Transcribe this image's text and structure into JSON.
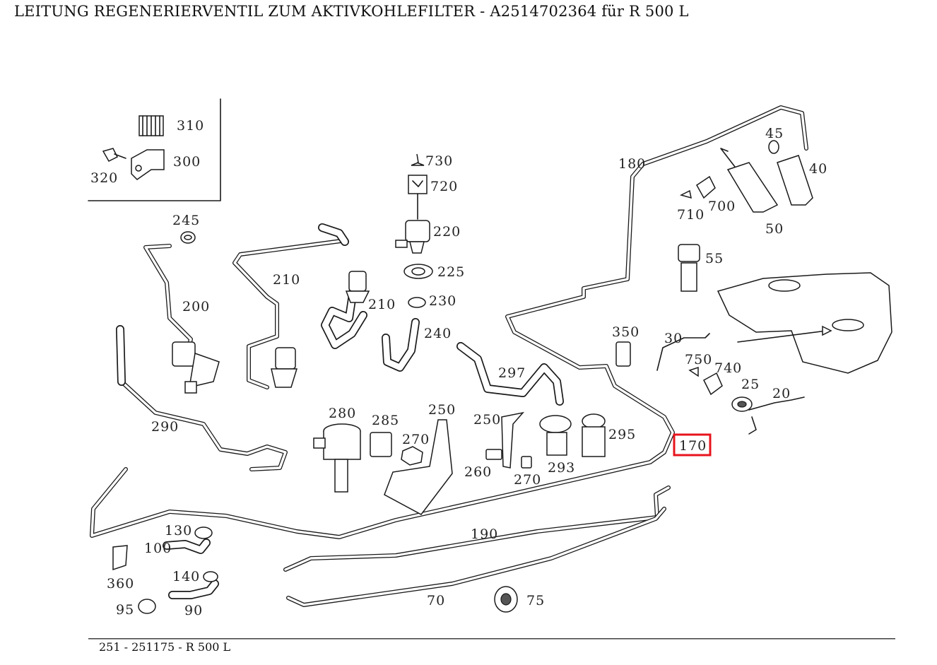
{
  "title": "LEITUNG REGENERIERVENTIL ZUM AKTIVKOHLEFILTER - A2514702364 für R 500 L",
  "footer": "251 - 251175 - R 500 L",
  "highlight_color": "#e8141c",
  "highlighted_part": "170",
  "callouts": {
    "c310": "310",
    "c300": "300",
    "c320": "320",
    "c730": "730",
    "c720": "720",
    "c220": "220",
    "c225": "225",
    "c230": "230",
    "c210a": "210",
    "c210b": "210",
    "c245": "245",
    "c200": "200",
    "c240": "240",
    "c297": "297",
    "c180": "180",
    "c45": "45",
    "c40": "40",
    "c710": "710",
    "c700": "700",
    "c50": "50",
    "c55": "55",
    "c350": "350",
    "c30": "30",
    "c750": "750",
    "c740": "740",
    "c25": "25",
    "c20": "20",
    "c170": "170",
    "c290": "290",
    "c280": "280",
    "c285": "285",
    "c250a": "250",
    "c250b": "250",
    "c270a": "270",
    "c270b": "270",
    "c260": "260",
    "c293": "293",
    "c295": "295",
    "c190": "190",
    "c130": "130",
    "c100": "100",
    "c360": "360",
    "c140": "140",
    "c95": "95",
    "c90": "90",
    "c70": "70",
    "c75": "75"
  }
}
